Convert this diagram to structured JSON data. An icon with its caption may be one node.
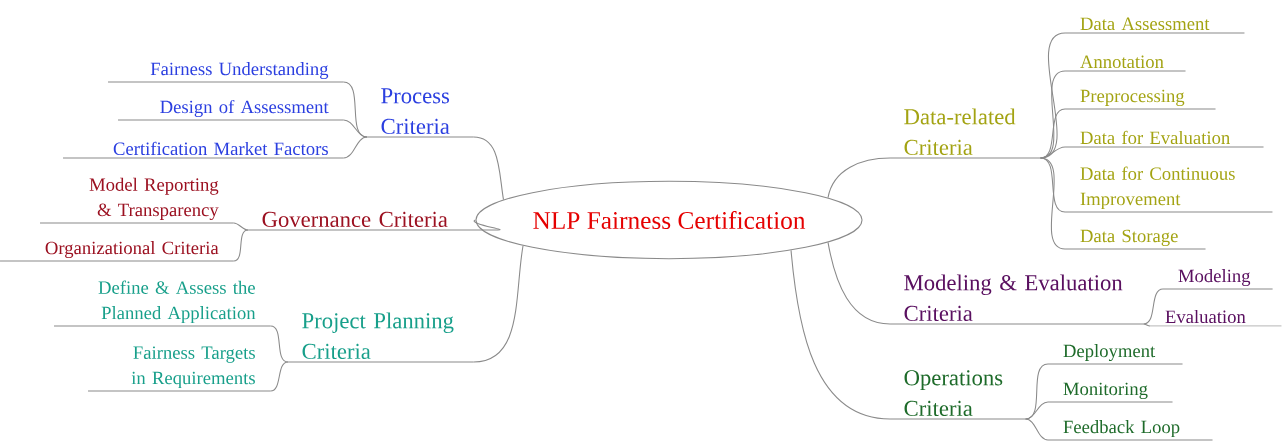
{
  "diagram": {
    "nodes": [
      {
        "text": [
          "NLP Fairness Certification"
        ]
      },
      {
        "text": [
          "Process Criteria"
        ]
      },
      {
        "text": [
          "Fairness Understanding"
        ]
      },
      {
        "text": [
          "Design of Assessment"
        ]
      },
      {
        "text": [
          "Certification Market Factors"
        ]
      },
      {
        "text": [
          "Governance Criteria"
        ]
      },
      {
        "text": [
          "Model Reporting & Transparency"
        ]
      },
      {
        "text": [
          "Organizational Criteria"
        ]
      },
      {
        "text": [
          "Project Planning Criteria"
        ]
      },
      {
        "text": [
          "Define & Assess the Planned Application"
        ]
      },
      {
        "text": [
          "Fairness Targets in Requirements"
        ]
      },
      {
        "text": [
          "Data-related Criteria"
        ]
      },
      {
        "text": [
          "Data Assessment"
        ]
      },
      {
        "text": [
          "Annotation"
        ]
      },
      {
        "text": [
          "Preprocessing"
        ]
      },
      {
        "text": [
          "Data for Evaluation"
        ]
      },
      {
        "text": [
          "Data for Continuous Improvement"
        ]
      },
      {
        "text": [
          "Data Storage"
        ]
      },
      {
        "text": [
          "Modeling & Evaluation Criteria"
        ]
      },
      {
        "text": [
          "Modeling"
        ]
      },
      {
        "text": [
          "Evaluation"
        ]
      },
      {
        "text": [
          "Operations Criteria"
        ]
      },
      {
        "text": [
          "Deployment"
        ]
      },
      {
        "text": [
          "Monitoring"
        ]
      },
      {
        "text": [
          "Feedback Loop"
        ]
      }
    ],
    "edges": [
      {
        "from": 0,
        "to": 1,
        "arrow": "none"
      },
      {
        "from": 1,
        "to": 2,
        "arrow": "none"
      },
      {
        "from": 1,
        "to": 3,
        "arrow": "none"
      },
      {
        "from": 1,
        "to": 4,
        "arrow": "none"
      },
      {
        "from": 0,
        "to": 5,
        "arrow": "none"
      },
      {
        "from": 5,
        "to": 6,
        "arrow": "none"
      },
      {
        "from": 5,
        "to": 7,
        "arrow": "none"
      },
      {
        "from": 0,
        "to": 8,
        "arrow": "none"
      },
      {
        "from": 8,
        "to": 9,
        "arrow": "none"
      },
      {
        "from": 8,
        "to": 10,
        "arrow": "none"
      },
      {
        "from": 0,
        "to": 11,
        "arrow": "none"
      },
      {
        "from": 11,
        "to": 12,
        "arrow": "none"
      },
      {
        "from": 11,
        "to": 13,
        "arrow": "none"
      },
      {
        "from": 11,
        "to": 14,
        "arrow": "none"
      },
      {
        "from": 11,
        "to": 15,
        "arrow": "none"
      },
      {
        "from": 11,
        "to": 16,
        "arrow": "none"
      },
      {
        "from": 11,
        "to": 17,
        "arrow": "none"
      },
      {
        "from": 0,
        "to": 18,
        "arrow": "none"
      },
      {
        "from": 18,
        "to": 19,
        "arrow": "none"
      },
      {
        "from": 18,
        "to": 20,
        "arrow": "none"
      },
      {
        "from": 0,
        "to": 21,
        "arrow": "none"
      },
      {
        "from": 21,
        "to": 22,
        "arrow": "none"
      },
      {
        "from": 21,
        "to": 23,
        "arrow": "none"
      },
      {
        "from": 21,
        "to": 24,
        "arrow": "none"
      }
    ]
  }
}
